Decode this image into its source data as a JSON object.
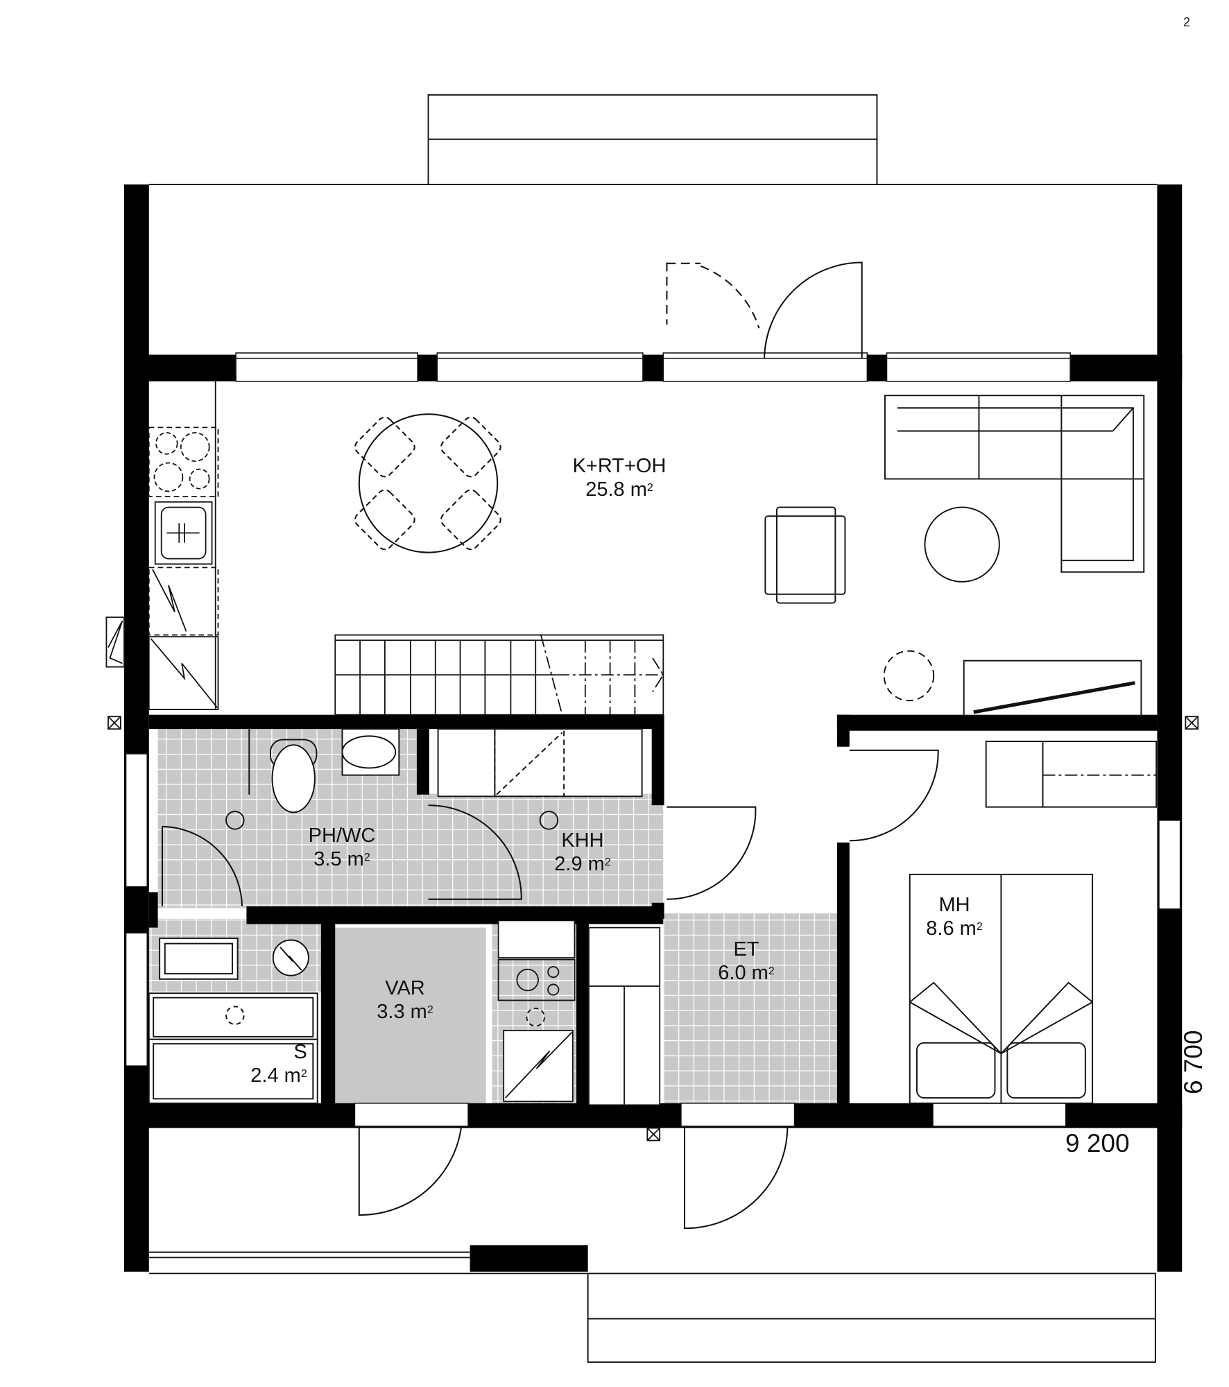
{
  "plan": {
    "type": "floor-plan",
    "rooms": [
      {
        "id": "living",
        "name": "K+RT+OH",
        "area": "25.8",
        "unit": "m",
        "unit_sup": "2"
      },
      {
        "id": "bath",
        "name": "PH/WC",
        "area": "3.5",
        "unit": "m",
        "unit_sup": "2"
      },
      {
        "id": "utility",
        "name": "KHH",
        "area": "2.9",
        "unit": "m",
        "unit_sup": "2"
      },
      {
        "id": "sauna",
        "name": "S",
        "area": "2.4",
        "unit": "m",
        "unit_sup": "2"
      },
      {
        "id": "storage",
        "name": "VAR",
        "area": "3.3",
        "unit": "m",
        "unit_sup": "2"
      },
      {
        "id": "entry",
        "name": "ET",
        "area": "6.0",
        "unit": "m",
        "unit_sup": "2"
      },
      {
        "id": "bedroom",
        "name": "MH",
        "area": "8.6",
        "unit": "m",
        "unit_sup": "2"
      }
    ],
    "dimensions": {
      "width": "9 200",
      "depth": "6 700"
    },
    "corner_mark": "2",
    "colors": {
      "wall": "#000000",
      "tile_fill": "#c8c8c8",
      "tile_grid": "#ffffff",
      "storage_fill": "#c8c8c8",
      "line": "#111111",
      "background": "#ffffff"
    }
  }
}
